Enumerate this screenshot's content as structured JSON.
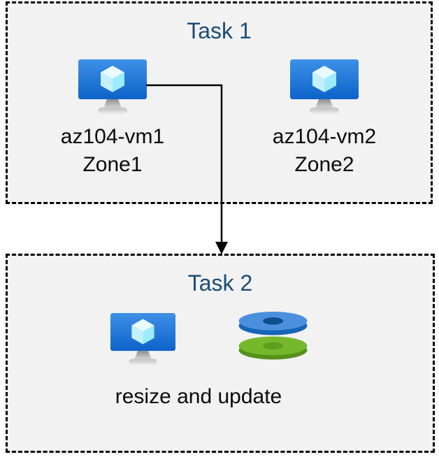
{
  "task1": {
    "title": "Task 1",
    "vm1": {
      "name": "az104-vm1",
      "zone": "Zone1"
    },
    "vm2": {
      "name": "az104-vm2",
      "zone": "Zone2"
    }
  },
  "task2": {
    "title": "Task 2",
    "caption": "resize and update"
  },
  "connector": {
    "from": "az104-vm1",
    "to": "Task 2",
    "style": "elbow-arrow"
  },
  "icons": {
    "vm": "azure-virtual-machine-icon",
    "disks": "azure-managed-disks-icon"
  },
  "colors": {
    "box_fill": "#f2f2f2",
    "box_border": "#000000",
    "title_text": "#1c4c77",
    "label_text": "#0a0a0a",
    "arrow": "#000000",
    "vm_screen_top": "#3e91e6",
    "vm_screen_bottom": "#0d62c9",
    "vm_cube_top": "#e9fbff",
    "vm_cube_left": "#c3f1ff",
    "vm_cube_right": "#9cebff",
    "disk_blue_top": "#4a90dd",
    "disk_blue_side": "#1565b8",
    "disk_blue_hole": "#0e4f8b",
    "disk_green_top": "#76b82c",
    "disk_green_side": "#55911a",
    "disk_green_hole": "#5f9f1d"
  }
}
